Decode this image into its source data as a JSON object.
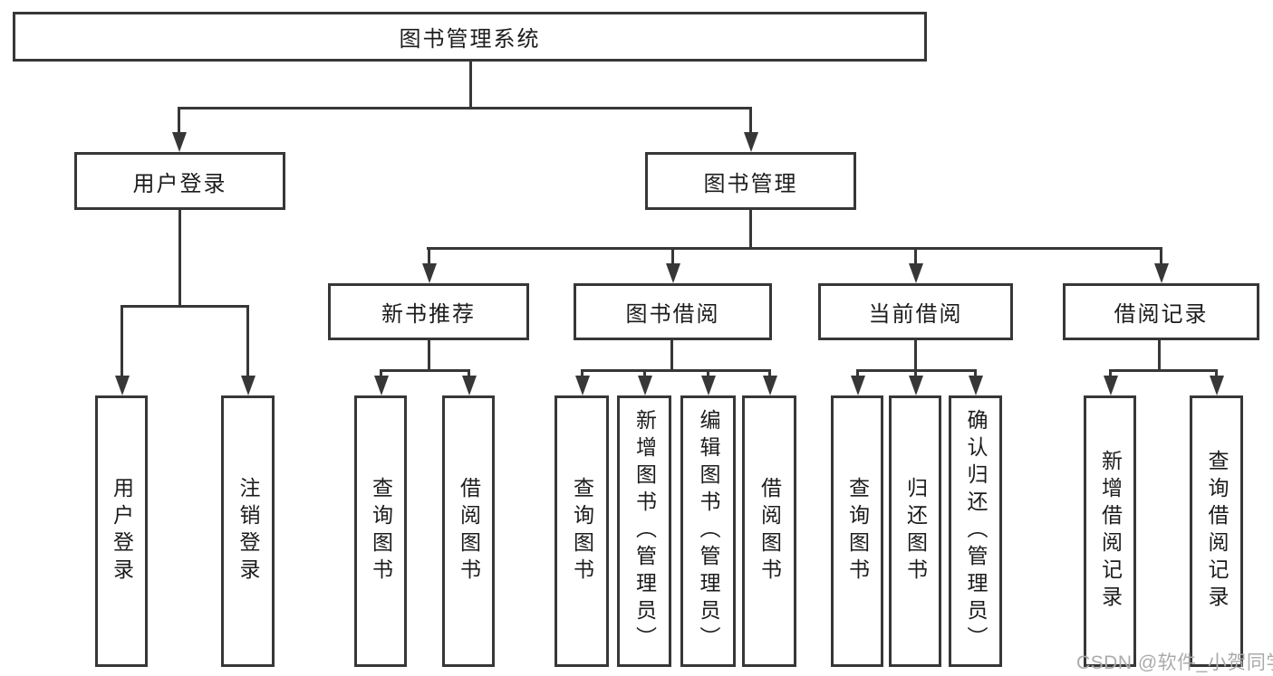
{
  "diagram": {
    "root": {
      "label": "图书管理系统"
    },
    "level2": [
      {
        "label": "用户登录"
      },
      {
        "label": "图书管理"
      }
    ],
    "level3": [
      {
        "label": "新书推荐"
      },
      {
        "label": "图书借阅"
      },
      {
        "label": "当前借阅"
      },
      {
        "label": "借阅记录"
      }
    ],
    "leaves": {
      "user_login": [
        {
          "label": "用户登录"
        },
        {
          "label": "注销登录"
        }
      ],
      "new_book": [
        {
          "label": "查询图书"
        },
        {
          "label": "借阅图书"
        }
      ],
      "book_borrow": [
        {
          "label": "查询图书"
        },
        {
          "label": "新增图书（管理员）"
        },
        {
          "label": "编辑图书（管理员）"
        },
        {
          "label": "借阅图书"
        }
      ],
      "current_borrow": [
        {
          "label": "查询图书"
        },
        {
          "label": "归还图书"
        },
        {
          "label": "确认归还（管理员）"
        }
      ],
      "borrow_records": [
        {
          "label": "新增借阅记录"
        },
        {
          "label": "查询借阅记录"
        }
      ]
    }
  },
  "watermark": {
    "text": "CSDN @软件_小贺同学"
  },
  "colors": {
    "line": "#373737",
    "text": "#1c1c1c",
    "box": "#ffffff",
    "watermark": "#ababab"
  }
}
